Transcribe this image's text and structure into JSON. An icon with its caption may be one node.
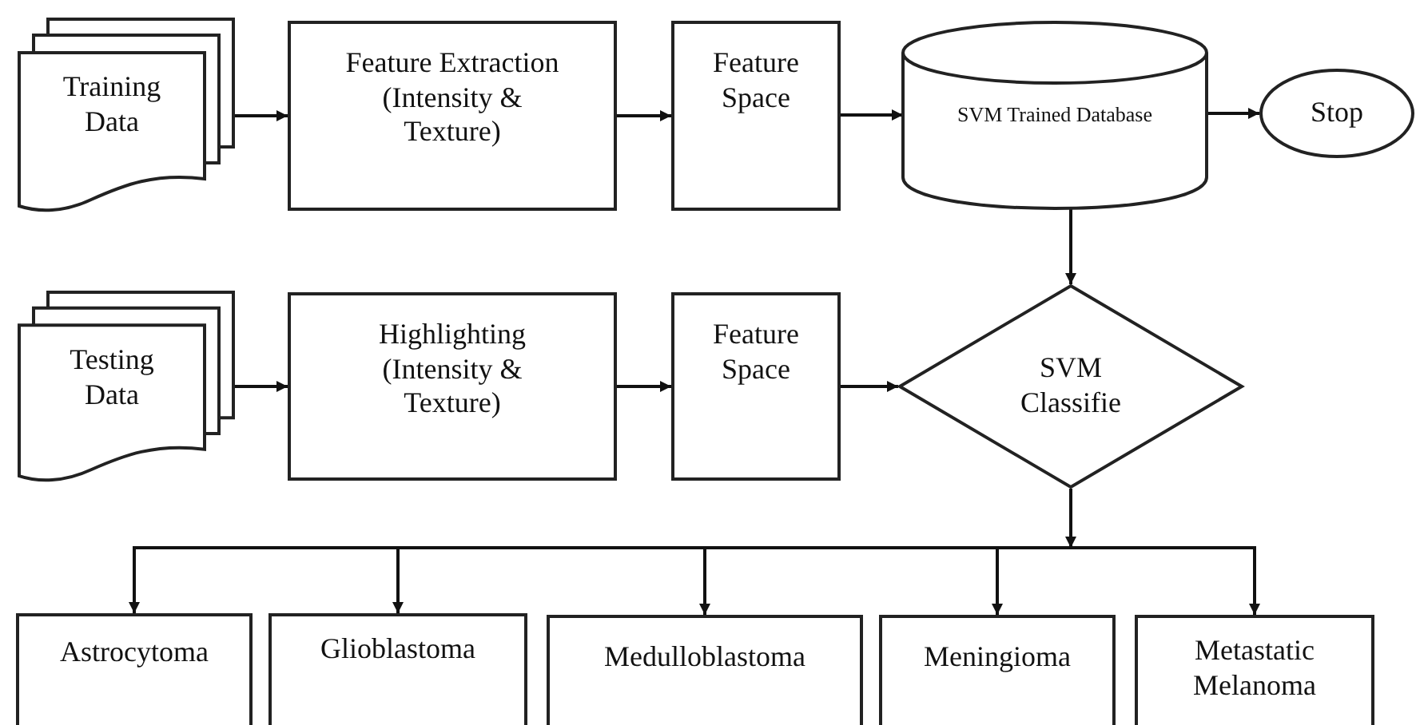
{
  "diagram": {
    "nodes": [
      {
        "text": [
          "Training Data"
        ]
      },
      {
        "text": [
          "Feature Extraction (Intensity & Texture)"
        ]
      },
      {
        "text": [
          "Feature Space"
        ]
      },
      {
        "text": [
          "SVM Trained Database"
        ]
      },
      {
        "text": [
          "Stop"
        ]
      },
      {
        "text": [
          "Testing Data"
        ]
      },
      {
        "text": [
          "Highlighting (Intensity & Texture)"
        ]
      },
      {
        "text": [
          "Feature Space"
        ]
      },
      {
        "text": [
          "SVM Classifie"
        ]
      },
      {
        "text": [
          "Astrocytoma"
        ]
      },
      {
        "text": [
          "Glioblastoma"
        ]
      },
      {
        "text": [
          "Medulloblastoma"
        ]
      },
      {
        "text": [
          "Meningioma"
        ]
      },
      {
        "text": [
          "Metastatic Melanoma"
        ]
      }
    ],
    "edges": [
      {
        "from": 0,
        "to": 1,
        "arrow": "to"
      },
      {
        "from": 1,
        "to": 2,
        "arrow": "to"
      },
      {
        "from": 2,
        "to": 3,
        "arrow": "to"
      },
      {
        "from": 3,
        "to": 4,
        "arrow": "to"
      },
      {
        "from": 3,
        "to": 8,
        "arrow": "to"
      },
      {
        "from": 5,
        "to": 6,
        "arrow": "to"
      },
      {
        "from": 6,
        "to": 7,
        "arrow": "to"
      },
      {
        "from": 7,
        "to": 8,
        "arrow": "to"
      },
      {
        "from": 8,
        "to": 9,
        "arrow": "to"
      },
      {
        "from": 8,
        "to": 10,
        "arrow": "to"
      },
      {
        "from": 8,
        "to": 11,
        "arrow": "to"
      },
      {
        "from": 8,
        "to": 12,
        "arrow": "to"
      },
      {
        "from": 8,
        "to": 13,
        "arrow": "to"
      }
    ]
  }
}
